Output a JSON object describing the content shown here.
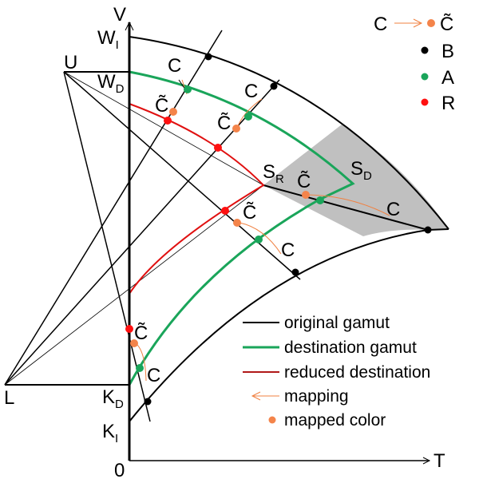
{
  "colors": {
    "original": "#000000",
    "destination": "#1aa55a",
    "reduced": "#e01010",
    "reduced_legend": "#b01818",
    "mapping": "#f08040",
    "mapped": "#f4844a",
    "cusp_region": "#c0c0c0"
  },
  "axes": {
    "v_label": "V",
    "t_label": "T",
    "origin_label": "0"
  },
  "points": {
    "u": "U",
    "l": "L",
    "w": "W",
    "w_i_sub": "I",
    "w_d_sub": "D",
    "k": "K",
    "k_d_sub": "D",
    "k_i_sub": "I",
    "s": "S",
    "s_r_sub": "R",
    "s_d_sub": "D",
    "c": "C",
    "c_tilde": "C̃"
  },
  "key": {
    "from": "C",
    "to": "C̃",
    "items": [
      {
        "label": "B",
        "color": "#000000"
      },
      {
        "label": "A",
        "color": "#1aa55a"
      },
      {
        "label": "R",
        "color": "#ff1010"
      }
    ]
  },
  "legend": {
    "items": [
      {
        "label": "original gamut",
        "kind": "line"
      },
      {
        "label": "destination gamut",
        "kind": "line"
      },
      {
        "label": "reduced destination",
        "kind": "line"
      },
      {
        "label": "mapping",
        "kind": "arrow"
      },
      {
        "label": "mapped color",
        "kind": "dot"
      }
    ]
  }
}
